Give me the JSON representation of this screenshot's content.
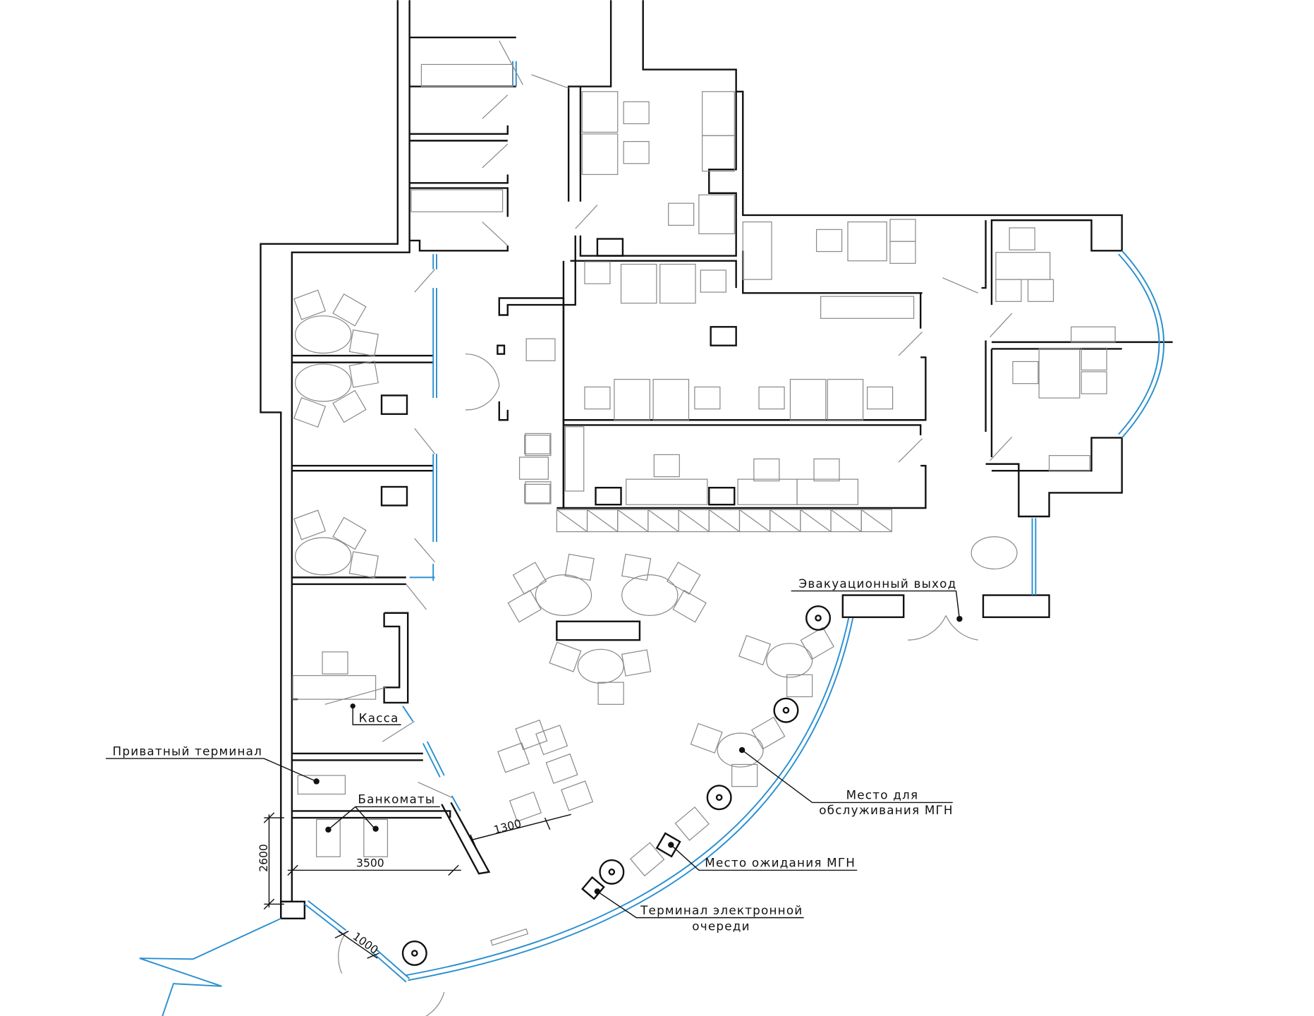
{
  "plan": {
    "labels": {
      "cashier": "Касса",
      "private_terminal": "Приватный терминал",
      "atms": "Банкоматы",
      "evacuation_exit": "Эвакуационный выход",
      "mgn_service_line1": "Место для",
      "mgn_service_line2": "обслуживания МГН",
      "mgn_waiting": "Место ожидания МГН",
      "queue_terminal_line1": "Терминал электронной",
      "queue_terminal_line2": "очереди"
    },
    "dimensions": {
      "height_2600": "2600",
      "width_3500": "3500",
      "gap_1300": "1300",
      "door_1000": "1000"
    },
    "colors": {
      "walls": "#111111",
      "glazing": "#2a8fd0",
      "furniture": "#888888"
    }
  }
}
